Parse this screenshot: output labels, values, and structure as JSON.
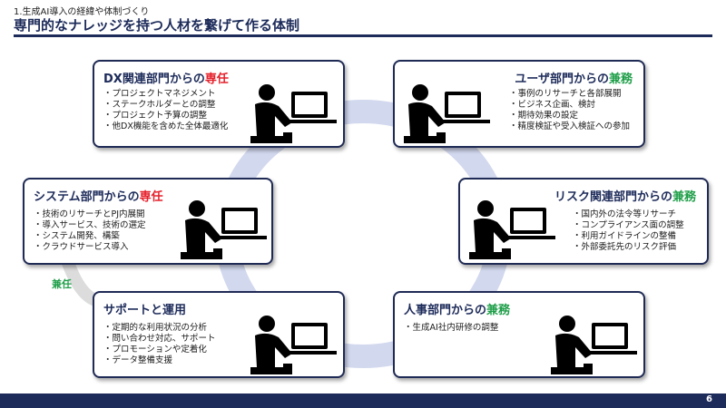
{
  "header": {
    "breadcrumb": "1.生成AI導入の経緯や体制づくり",
    "title": "専門的なナレッジを持つ人材を繋げて作る体制"
  },
  "connector_label": "兼任",
  "cards": [
    {
      "id": "dx",
      "title_prefix": "DX関連部門からの",
      "title_highlight": "専任",
      "highlight_color": "#e5202b",
      "bullets": [
        "プロジェクトマネジメント",
        "ステークホルダーとの調整",
        "プロジェクト予算の調整",
        "他DX機能を含めた全体最適化"
      ]
    },
    {
      "id": "user",
      "title_prefix": "ユーザ部門からの",
      "title_highlight": "兼務",
      "highlight_color": "#1e9e48",
      "bullets": [
        "事例のリサーチと各部展開",
        "ビジネス企画、検討",
        "期待効果の設定",
        "精度検証や受入検証への参加"
      ]
    },
    {
      "id": "system",
      "title_prefix": "システム部門からの",
      "title_highlight": "専任",
      "highlight_color": "#e5202b",
      "bullets": [
        "技術のリサーチとPJ内展開",
        "導入サービス、技術の選定",
        "システム開発、構築",
        "クラウドサービス導入"
      ]
    },
    {
      "id": "risk",
      "title_prefix": "リスク関連部門からの",
      "title_highlight": "兼務",
      "highlight_color": "#1e9e48",
      "bullets": [
        "国内外の法令等リサーチ",
        "コンプライアンス面の調整",
        "利用ガイドラインの整備",
        "外部委託先のリスク評価"
      ]
    },
    {
      "id": "support",
      "title_prefix": "サポートと運用",
      "title_highlight": "",
      "highlight_color": "#1d2b5a",
      "bullets": [
        "定期的な利用状況の分析",
        "問い合わせ対応、サポート",
        "プロモーションや定着化",
        "データ整備支援"
      ]
    },
    {
      "id": "hr",
      "title_prefix": "人事部門からの",
      "title_highlight": "兼務",
      "highlight_color": "#1e9e48",
      "bullets": [
        "生成AI社内研修の調整"
      ]
    }
  ],
  "footer": {
    "page_number": "6"
  },
  "colors": {
    "navy": "#1d2b5a",
    "ring": "#d2d8ee",
    "dedicated_red": "#e5202b",
    "concurrent_green": "#1e9e48"
  },
  "icons": {
    "person": "person-at-laptop-icon"
  }
}
